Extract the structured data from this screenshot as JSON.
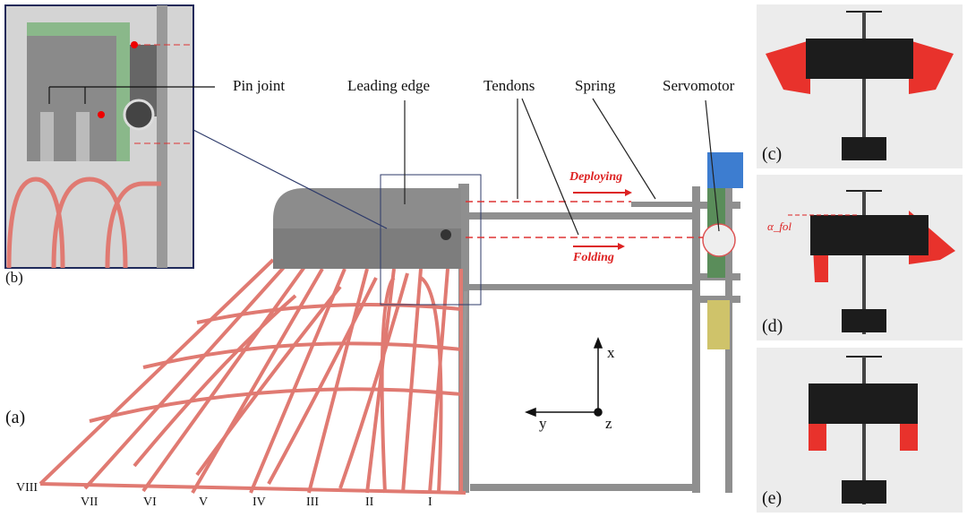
{
  "labels": {
    "pin_joint": "Pin joint",
    "leading_edge": "Leading edge",
    "tendons": "Tendons",
    "spring": "Spring",
    "servomotor": "Servomotor",
    "deploying": "Deploying",
    "folding": "Folding",
    "alpha_fol": "α_fol"
  },
  "panels": {
    "a": "(a)",
    "b": "(b)",
    "c": "(c)",
    "d": "(d)",
    "e": "(e)"
  },
  "axes": {
    "x": "x",
    "y": "y",
    "z": "z"
  },
  "feathers": [
    "VIII",
    "VII",
    "VI",
    "V",
    "IV",
    "III",
    "II",
    "I"
  ],
  "colors": {
    "wing": "#e07a72",
    "frame": "#8a8a8a",
    "annotation": "#d22222",
    "inset_border": "#1f2a5a",
    "photo_wing": "#e8322c"
  }
}
